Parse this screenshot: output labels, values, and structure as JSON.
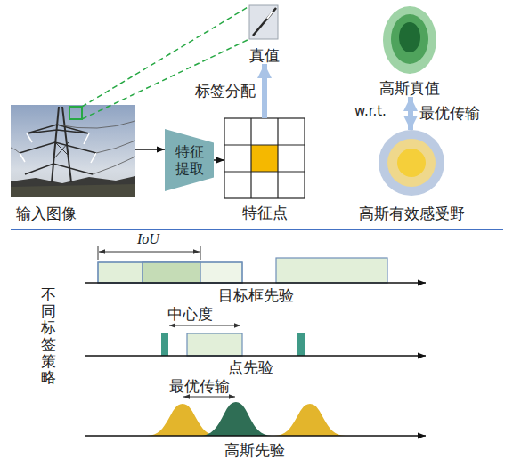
{
  "diagram": {
    "nodes": [
      {
        "text": [
          "输入图像"
        ]
      },
      {
        "text": [
          "特征提取"
        ]
      },
      {
        "text": [
          "特征点"
        ]
      },
      {
        "text": [
          "真值"
        ]
      },
      {
        "text": [
          "高斯真值"
        ]
      },
      {
        "text": [
          "高斯有效感受野"
        ]
      }
    ],
    "edges": [
      {
        "from": 0,
        "to": 1,
        "arrow": "to"
      },
      {
        "from": 1,
        "to": 2,
        "arrow": "to"
      },
      {
        "from": 2,
        "to": 3,
        "label": "标签分配",
        "arrow": "to"
      },
      {
        "from": 4,
        "to": 5,
        "label": "最优传输",
        "arrow": "both"
      }
    ],
    "labels": [
      "w.r.t.",
      "不同标签策略",
      "IoU",
      "目标框先验",
      "中心度",
      "点先验",
      "最优传输",
      "高斯先验"
    ]
  }
}
